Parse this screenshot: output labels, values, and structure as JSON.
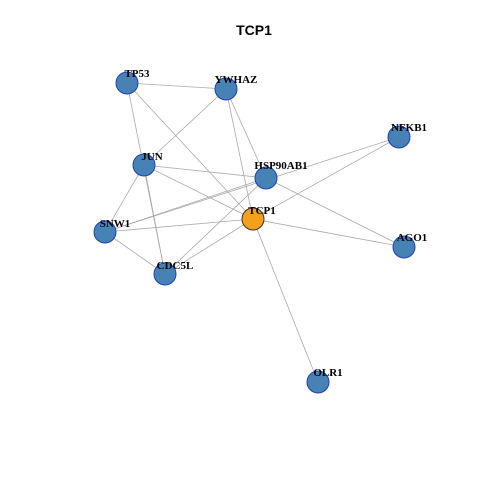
{
  "title": "TCP1",
  "colors": {
    "node": "#4682b4",
    "focus": "#f5a01a",
    "edge": "#aaaaaa"
  },
  "nodes": [
    {
      "id": "TP53",
      "label": "TP53"
    },
    {
      "id": "YWHAZ",
      "label": "YWHAZ"
    },
    {
      "id": "NFKB1",
      "label": "NFKB1"
    },
    {
      "id": "JUN",
      "label": "JUN"
    },
    {
      "id": "HSP90AB1",
      "label": "HSP90AB1"
    },
    {
      "id": "TCP1",
      "label": "TCP1",
      "focus": true
    },
    {
      "id": "SNW1",
      "label": "SNW1"
    },
    {
      "id": "AGO1",
      "label": "AGO1"
    },
    {
      "id": "CDC5L",
      "label": "CDC5L"
    },
    {
      "id": "OLR1",
      "label": "OLR1"
    }
  ],
  "edges": [
    [
      "TP53",
      "YWHAZ"
    ],
    [
      "TP53",
      "TCP1"
    ],
    [
      "TP53",
      "CDC5L"
    ],
    [
      "YWHAZ",
      "JUN"
    ],
    [
      "YWHAZ",
      "HSP90AB1"
    ],
    [
      "YWHAZ",
      "TCP1"
    ],
    [
      "NFKB1",
      "TCP1"
    ],
    [
      "NFKB1",
      "SNW1"
    ],
    [
      "JUN",
      "HSP90AB1"
    ],
    [
      "JUN",
      "TCP1"
    ],
    [
      "JUN",
      "SNW1"
    ],
    [
      "JUN",
      "CDC5L"
    ],
    [
      "HSP90AB1",
      "SNW1"
    ],
    [
      "HSP90AB1",
      "CDC5L"
    ],
    [
      "HSP90AB1",
      "AGO1"
    ],
    [
      "TCP1",
      "SNW1"
    ],
    [
      "TCP1",
      "AGO1"
    ],
    [
      "TCP1",
      "CDC5L"
    ],
    [
      "TCP1",
      "OLR1"
    ],
    [
      "SNW1",
      "CDC5L"
    ]
  ]
}
